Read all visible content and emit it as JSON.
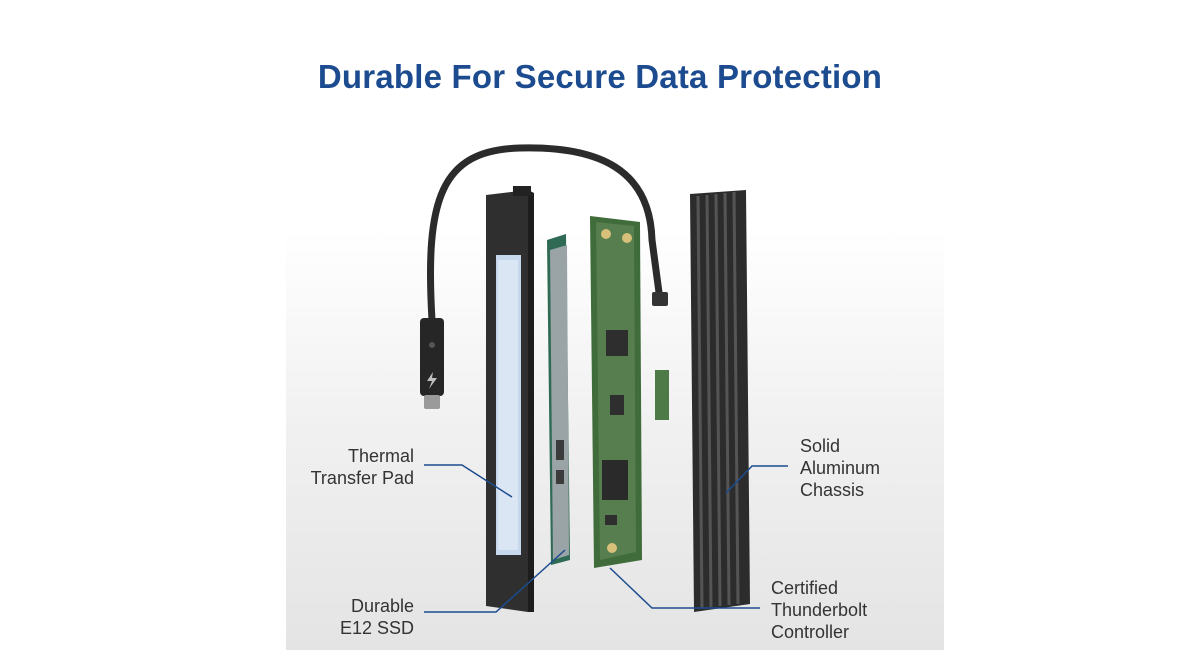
{
  "title": "Durable For Secure Data Protection",
  "callouts": {
    "thermal_pad": [
      "Thermal",
      "Transfer Pad"
    ],
    "ssd": [
      "Durable",
      "E12 SSD"
    ],
    "chassis": [
      "Solid",
      "Aluminum",
      "Chassis"
    ],
    "controller": [
      "Certified",
      "Thunderbolt",
      "Controller"
    ]
  },
  "colors": {
    "title": "#1c4c8f",
    "callout_line": "#1c4c8f",
    "label_text": "#333333"
  },
  "icons": [
    "thunderbolt-icon"
  ]
}
